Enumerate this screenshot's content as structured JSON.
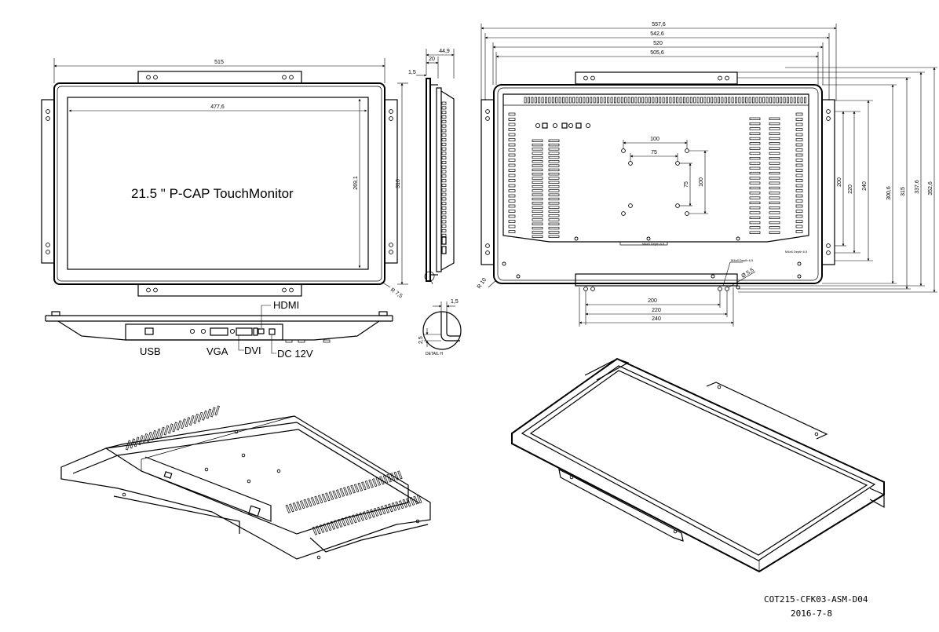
{
  "front_view": {
    "screen_title": "21.5 \" P-CAP TouchMonitor",
    "dim_overall_width": "515",
    "dim_active_width": "477,6",
    "dim_active_height": "269,1",
    "dim_overall_height": "310",
    "dim_corner": "R 7,5"
  },
  "side_view": {
    "dim_depth": "44,9",
    "dim_inner": "20",
    "dim_offset": "1,5"
  },
  "detail": {
    "dim_top": "1,5",
    "dim_side": "2,5",
    "caption": "DETAIL H"
  },
  "bottom_view": {
    "connectors": {
      "hdmi": "HDMI",
      "usb": "USB",
      "vga": "VGA",
      "dvi": "DVI",
      "dc": "DC 12V"
    }
  },
  "rear_view": {
    "dim_w1": "557,6",
    "dim_w2": "542,6",
    "dim_w3": "520",
    "dim_w4": "505,6",
    "vesa_100_h": "100",
    "vesa_75_h": "75",
    "vesa_75_v": "75",
    "vesa_100_v": "100",
    "dim_200_v": "200",
    "dim_220_v": "220",
    "dim_240_v": "240",
    "dim_300_6": "300,6",
    "dim_315": "315",
    "dim_337_6": "337,6",
    "dim_352_6": "352,6",
    "dim_200_h": "200",
    "dim_220_h": "220",
    "dim_240_h": "240",
    "corner_radius": "R 10",
    "hole_dia": "Ø 5,5",
    "thread_note_1": "M4x8 Depth 6,5",
    "thread_note_2": "M4x8 Depth 6,5",
    "rear_note": "M4x8 Depth 6,5"
  },
  "footer": {
    "drawing_no": "COT215-CFK03-ASM-D04",
    "date": "2016-7-8"
  }
}
